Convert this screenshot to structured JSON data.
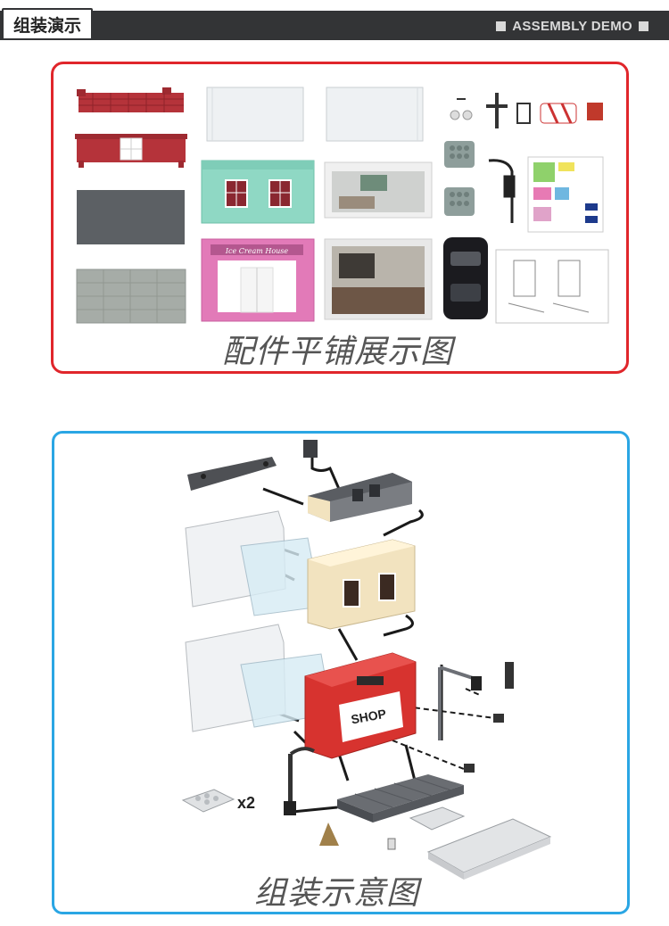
{
  "header": {
    "title": "组装演示",
    "subtitle": "ASSEMBLY DEMO"
  },
  "parts_panel": {
    "caption": "配件平铺展示图",
    "sign_text": "Ice Cream House"
  },
  "assembly_panel": {
    "caption": "组装示意图",
    "shop_sign": "SHOP",
    "quantity_label": "x2"
  },
  "colors": {
    "header_bg": "#333436",
    "parts_border": "#e0262b",
    "assembly_border": "#2aa6e4",
    "brick_red": "#b5333a",
    "mint_green": "#8fd8c4",
    "pink": "#e27ab8",
    "shop_red": "#d7332f",
    "cream": "#f2e3bf"
  }
}
